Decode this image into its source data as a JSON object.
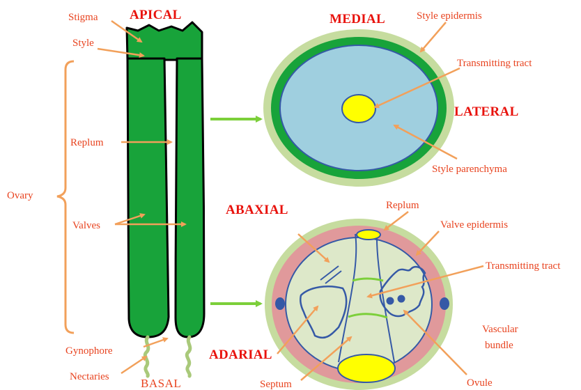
{
  "colors": {
    "silique_green": "#18a33a",
    "outline": "#000000",
    "label_red": "#e8431f",
    "header_red": "#e8120c",
    "arrow_orange": "#f2a05a",
    "bracket_orange": "#f2a05a",
    "flow_arrow_green": "#7ccf3a",
    "style_outer": "#c6dc9f",
    "style_ring": "#18a33a",
    "style_inner": "#9fcfdf",
    "ovary_outer": "#c6dc9f",
    "ovary_ring": "#e0999b",
    "ovary_inner": "#dde8c9",
    "yellow": "#ffff00",
    "blue_line": "#3559a6",
    "nectary_green": "#a9c97a"
  },
  "headers": {
    "apical": "APICAL",
    "basal": "BASAL",
    "medial": "MEDIAL",
    "lateral": "LATERAL",
    "abaxial": "ABAXIAL",
    "adarial": "ADARIAL"
  },
  "labels": {
    "stigma": "Stigma",
    "style": "Style",
    "ovary": "Ovary",
    "replum": "Replum",
    "valves": "Valves",
    "gynophore": "Gynophore",
    "nectaries": "Nectaries",
    "style_epidermis": "Style epidermis",
    "transmitting_tract_top": "Transmitting  tract",
    "style_parenchyma": "Style parenchyma",
    "replum_cross": "Replum",
    "valve_epidermis": "Valve epidermis",
    "transmitting_tract_bottom": "Transmitting tract",
    "vascular_line1": "Vascular",
    "vascular_line2": "bundle",
    "septum": "Septum",
    "ovule": "Ovule"
  }
}
